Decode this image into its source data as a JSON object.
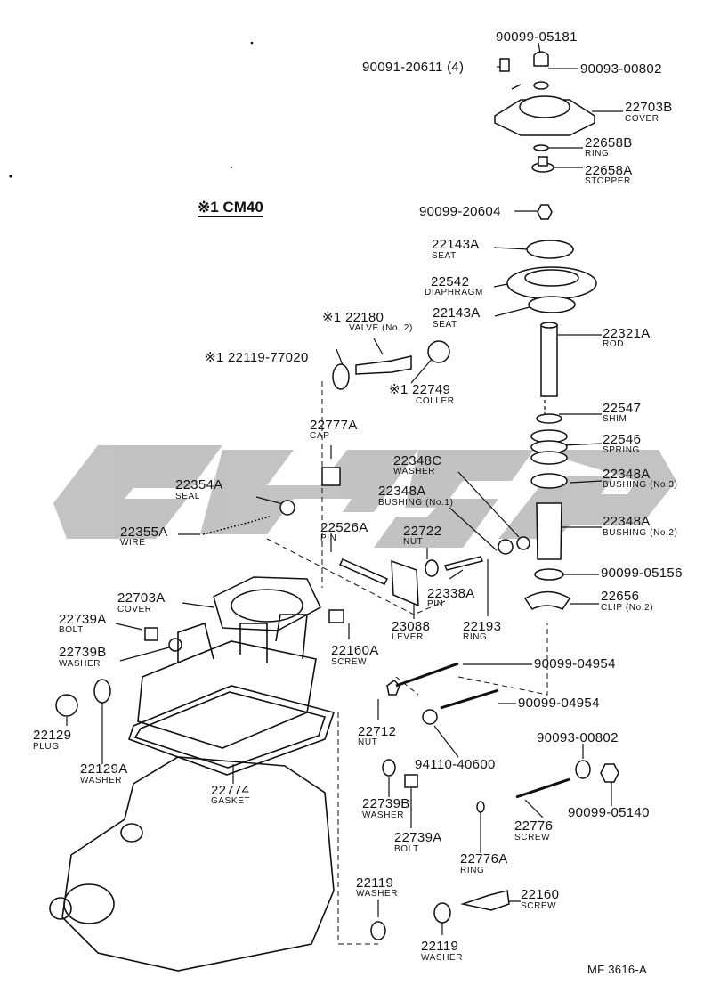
{
  "diagram": {
    "section_mark": "※1 CM40",
    "footer_code": "MF  3616-A",
    "watermark_color": "#b5b5b5",
    "line_color": "#111111"
  },
  "parts": {
    "p90099_05181": "90099-05181",
    "p90091_20611": "90091-20611 (4)",
    "p90093_00802_top": "90093-00802",
    "p22703B": "22703B",
    "p22703B_name": "COVER",
    "p22658B": "22658B",
    "p22658B_name": "RING",
    "p22658A": "22658A",
    "p22658A_name": "STOPPER",
    "p90099_20604": "90099-20604",
    "p22143A_1": "22143A",
    "p22143A_1_name": "SEAT",
    "p22542": "22542",
    "p22542_name": "DIAPHRAGM",
    "p22143A_2": "22143A",
    "p22143A_2_name": "SEAT",
    "p22180": "※1 22180",
    "p22180_name": "VALVE (No. 2)",
    "p22119_77020": "※1 22119-77020",
    "p22749": "※1 22749",
    "p22749_name": "COLLER",
    "p22321A": "22321A",
    "p22321A_name": "ROD",
    "p22547": "22547",
    "p22547_name": "SHIM",
    "p22546": "22546",
    "p22546_name": "SPRING",
    "p22348A_3": "22348A",
    "p22348A_3_name": "BUSHING (No.3)",
    "p22348A_2": "22348A",
    "p22348A_2_name": "BUSHING (No.2)",
    "p90099_05156": "90099-05156",
    "p22656": "22656",
    "p22656_name": "CLIP (No.2)",
    "p22777A": "22777A",
    "p22777A_name": "CAP",
    "p22348C": "22348C",
    "p22348C_name": "WASHER",
    "p22348A_1": "22348A",
    "p22348A_1_name": "BUSHING (No.1)",
    "p22354A": "22354A",
    "p22354A_name": "SEAL",
    "p22355A": "22355A",
    "p22355A_name": "WIRE",
    "p22526A": "22526A",
    "p22526A_name": "PIN",
    "p22722": "22722",
    "p22722_name": "NUT",
    "p22338A": "22338A",
    "p22338A_name": "PIN",
    "p22703A": "22703A",
    "p22703A_name": "COVER",
    "p22739A_top": "22739A",
    "p22739A_top_name": "BOLT",
    "p22739B_top": "22739B",
    "p22739B_top_name": "WASHER",
    "p23088": "23088",
    "p23088_name": "LEVER",
    "p22193": "22193",
    "p22193_name": "RING",
    "p22160A": "22160A",
    "p22160A_name": "SCREW",
    "p90099_04954_1": "90099-04954",
    "p90099_04954_2": "90099-04954",
    "p22129": "22129",
    "p22129_name": "PLUG",
    "p22129A": "22129A",
    "p22129A_name": "WASHER",
    "p22712": "22712",
    "p22712_name": "NUT",
    "p94110_40600": "94110-40600",
    "p90093_00802_bot": "90093-00802",
    "p22774": "22774",
    "p22774_name": "GASKET",
    "p22739B_bot": "22739B",
    "p22739B_bot_name": "WASHER",
    "p22776": "22776",
    "p22776_name": "SCREW",
    "p90099_05140": "90099-05140",
    "p22739A_bot": "22739A",
    "p22739A_bot_name": "BOLT",
    "p22776A": "22776A",
    "p22776A_name": "RING",
    "p22119_a": "22119",
    "p22119_a_name": "WASHER",
    "p22160": "22160",
    "p22160_name": "SCREW",
    "p22119_b": "22119",
    "p22119_b_name": "WASHER"
  }
}
